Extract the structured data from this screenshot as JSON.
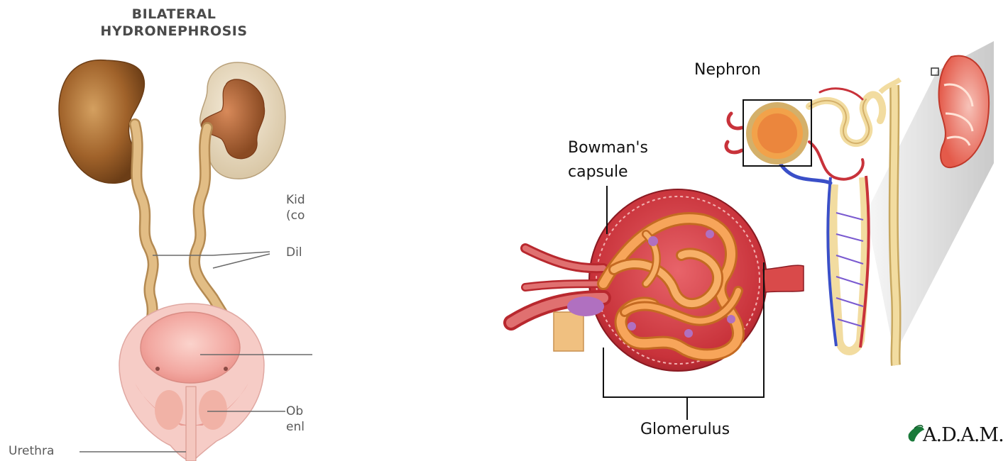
{
  "left_panel": {
    "title_line1": "BILATERAL",
    "title_line2": "HYDRONEPHROSIS",
    "label_kidney_1": "Kid",
    "label_kidney_2": "(co",
    "label_dilated": "Dil",
    "label_obstruction_1": "Ob",
    "label_obstruction_2": "enl",
    "label_urethra": "Urethra"
  },
  "right_panel": {
    "label_nephron": "Nephron",
    "label_bowman_1": "Bowman's",
    "label_bowman_2": "capsule",
    "label_glomerulus": "Glomerulus",
    "logo_text": "A.D.A.M."
  },
  "colors": {
    "kidney_brown": "#a0622a",
    "ureter_tan": "#d9b07a",
    "bladder_pink": "#f2a7a0",
    "capsule_red": "#c8323a",
    "tubule_orange": "#f28a3a",
    "vein_blue": "#3a4fc8"
  }
}
